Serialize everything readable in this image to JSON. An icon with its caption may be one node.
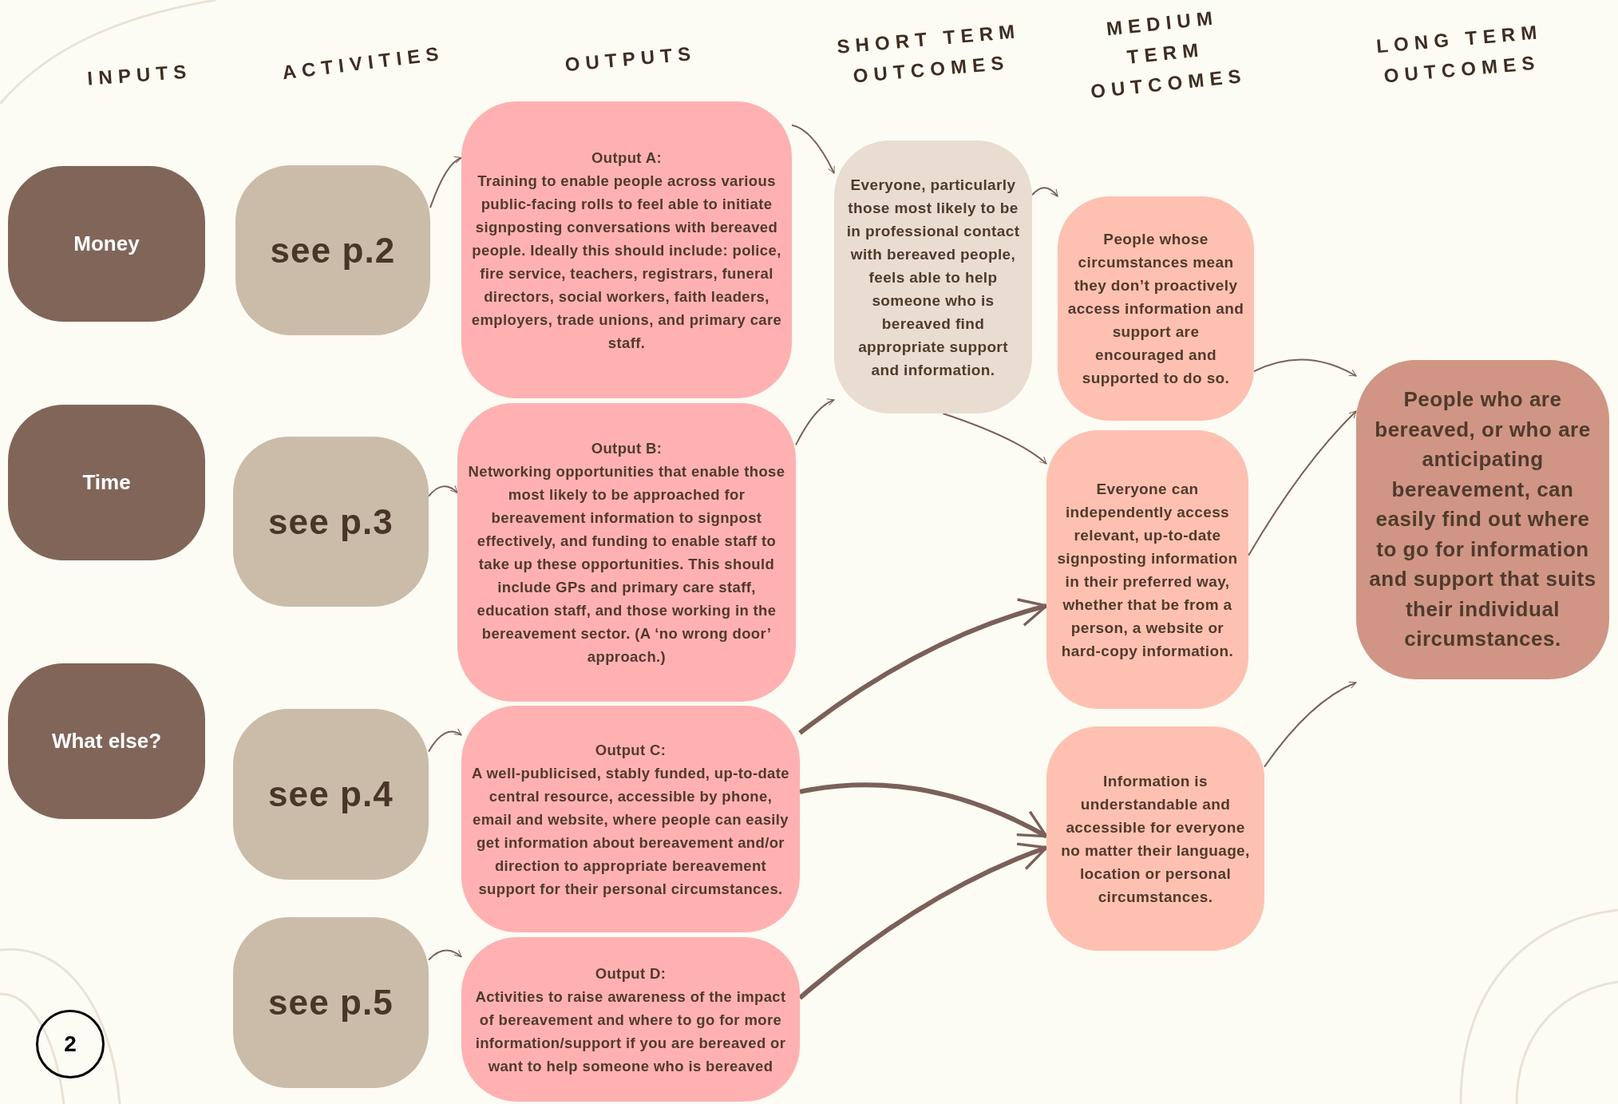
{
  "diagram": {
    "nodes": [
      {
        "text": [
          "Money"
        ]
      },
      {
        "text": [
          "Time"
        ]
      },
      {
        "text": [
          "What else?"
        ]
      },
      {
        "text": [
          "see p.2"
        ]
      },
      {
        "text": [
          "see p.3"
        ]
      },
      {
        "text": [
          "see p.4"
        ]
      },
      {
        "text": [
          "see p.5"
        ]
      },
      {
        "text": [
          "Output A:",
          "Training to enable people across various public-facing rolls to feel able to initiate signposting conversations with bereaved people. Ideally this should include: police, fire service, teachers, registrars, funeral directors, social workers, faith leaders, employers, trade unions, and primary care staff."
        ]
      },
      {
        "text": [
          "Output B:",
          "Networking opportunities that enable those most likely to be approached for bereavement information to signpost effectively, and funding to enable staff to take up these opportunities. This should include GPs and primary care staff, education staff, and those working in the bereavement sector. (A ‘no wrong door’ approach.)"
        ]
      },
      {
        "text": [
          "Output C:",
          "A well-publicised, stably funded, up-to-date central resource, accessible by phone, email and website, where people can easily get information about bereavement and/or direction to appropriate bereavement support for their personal circumstances."
        ]
      },
      {
        "text": [
          "Output D:",
          "Activities to raise awareness of the impact of bereavement and where to go for more information/support if you are bereaved or want to help someone who is bereaved"
        ]
      },
      {
        "text": [
          "Everyone, particularly those most likely to be in professional contact with bereaved people, feels able to help someone who is bereaved find appropriate support and information."
        ]
      },
      {
        "text": [
          "People whose circumstances mean they don’t proactively access information and support are encouraged and supported to do so."
        ]
      },
      {
        "text": [
          "Everyone can independently access relevant, up-to-date signposting information in their preferred way, whether that be from a person, a website or hard-copy information."
        ]
      },
      {
        "text": [
          "Information is understandable and accessible for everyone no matter their language, location or personal circumstances."
        ]
      },
      {
        "text": [
          "People who are bereaved, or who are anticipating bereavement, can easily find out where to go for information and support that suits their individual circumstances."
        ]
      },
      {
        "text": [
          "2"
        ]
      }
    ],
    "edges": [
      {
        "from": 3,
        "to": 7,
        "arrow": "to"
      },
      {
        "from": 4,
        "to": 8,
        "arrow": "to"
      },
      {
        "from": 5,
        "to": 9,
        "arrow": "to"
      },
      {
        "from": 6,
        "to": 10,
        "arrow": "to"
      },
      {
        "from": 7,
        "to": 11,
        "arrow": "to"
      },
      {
        "from": 8,
        "to": 11,
        "arrow": "to"
      },
      {
        "from": 11,
        "to": 12,
        "arrow": "to"
      },
      {
        "from": 11,
        "to": 13,
        "arrow": "to"
      },
      {
        "from": 9,
        "to": 13,
        "arrow": "to",
        "style": "thick"
      },
      {
        "from": 9,
        "to": 14,
        "arrow": "to",
        "style": "thick"
      },
      {
        "from": 10,
        "to": 14,
        "arrow": "to",
        "style": "thick"
      },
      {
        "from": 12,
        "to": 15,
        "arrow": "to"
      },
      {
        "from": 13,
        "to": 15,
        "arrow": "to"
      },
      {
        "from": 14,
        "to": 15,
        "arrow": "to"
      }
    ],
    "labels": [
      "INPUTS",
      "ACTIVITIES",
      "OUTPUTS",
      "SHORT TERM OUTCOMES",
      "MEDIUM TERM OUTCOMES",
      "LONG TERM OUTCOMES"
    ]
  }
}
